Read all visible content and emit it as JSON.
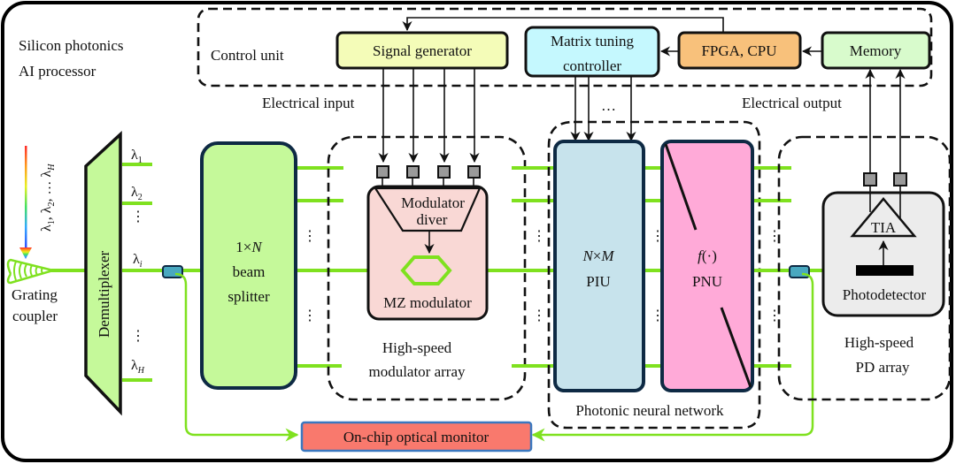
{
  "title": {
    "line1": "Silicon photonics",
    "line2": "AI processor"
  },
  "control_unit": {
    "label": "Control unit",
    "signal_generator": "Signal generator",
    "matrix_tuning_line1": "Matrix tuning",
    "matrix_tuning_line2": "controller",
    "fpga_cpu": "FPGA, CPU",
    "memory": "Memory"
  },
  "io_labels": {
    "electrical_input": "Electrical input",
    "electrical_output": "Electrical output",
    "ellipsis": "…"
  },
  "input_section": {
    "wavelength_list": "λ1, λ2, … λH",
    "grating_line1": "Grating",
    "grating_line2": "coupler",
    "demultiplexer": "Demultiplexer",
    "lambda_1": "λ",
    "lambda_1_sub": "1",
    "lambda_2": "λ",
    "lambda_2_sub": "2",
    "lambda_i": "λ",
    "lambda_i_sub": "i",
    "lambda_H": "λ",
    "lambda_H_sub": "H",
    "vdots": "⋮"
  },
  "beam_splitter": {
    "line1_a": "1×",
    "line1_b": "N",
    "line2": "beam",
    "line3": "splitter"
  },
  "modulator": {
    "driver_line1": "Modulator",
    "driver_line2": "diver",
    "mz": "MZ modulator",
    "array_line1": "High-speed",
    "array_line2": "modulator array"
  },
  "pnn": {
    "piu_dims_a": "N",
    "piu_dims_x": "×",
    "piu_dims_b": "M",
    "piu": "PIU",
    "pnu_func_f": "f",
    "pnu_func_arg": "(·)",
    "pnu": "PNU",
    "label": "Photonic neural network"
  },
  "pd": {
    "tia": "TIA",
    "photodetector": "Photodetector",
    "array_line1": "High-speed",
    "array_line2": "PD array"
  },
  "monitor": {
    "label": "On-chip optical monitor"
  },
  "colors": {
    "waveguide": "#7fe11f",
    "signal_generator": "#f4fcb8",
    "matrix_tuning": "#c5f8fe",
    "fpga": "#f8c17b",
    "memory": "#d8fbcc",
    "splitter": "#c5f99a",
    "mz": "#f9d8d5",
    "piu": "#c7e3ec",
    "pnu": "#ffaad8",
    "pd": "#ececec",
    "monitor": "#f9796d",
    "tap": "#49a8c0"
  }
}
